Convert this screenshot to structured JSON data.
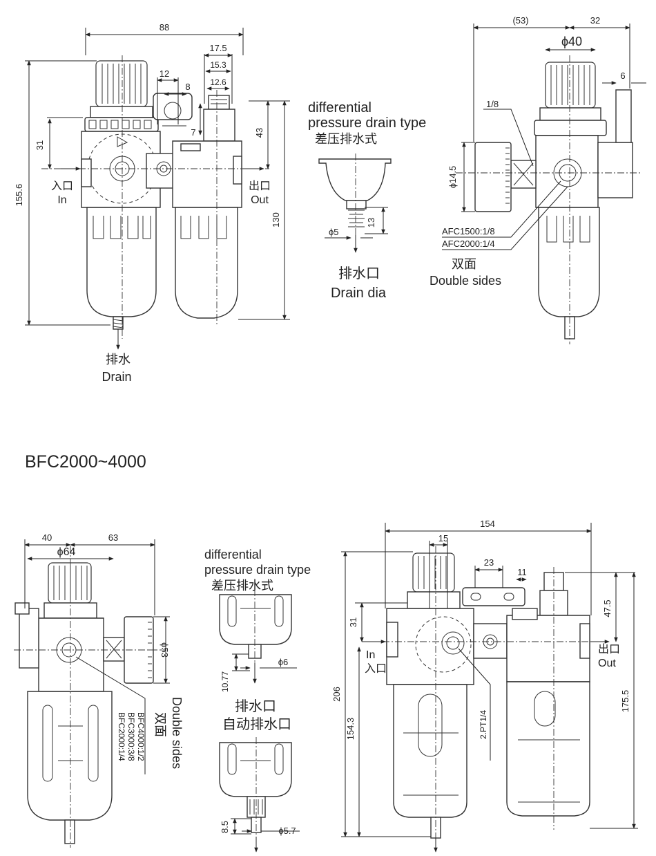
{
  "section_title": "BFC2000~4000",
  "top_left": {
    "dims": {
      "width_total": "88",
      "d17_5": "17.5",
      "d15_3": "15.3",
      "d12_6": "12.6",
      "d12": "12",
      "d8": "8",
      "d7": "7",
      "d31": "31",
      "d43": "43",
      "d155_6": "155.6",
      "d130": "130"
    },
    "in_cn": "入口",
    "in_en": "In",
    "out_cn": "出口",
    "out_en": "Out",
    "drain_cn": "排水",
    "drain_en": "Drain"
  },
  "top_middle": {
    "title_line1": "differential",
    "title_line2": "pressure drain type",
    "title_cn": "差压排水式",
    "d13": "13",
    "phi5": "ϕ5",
    "drain_cn": "排水口",
    "drain_en": "Drain dia"
  },
  "top_right": {
    "d53": "(53)",
    "d32": "32",
    "phi40": "ϕ40",
    "d6": "6",
    "d1_8": "1/8",
    "phi14_5": "ϕ14.5",
    "afc1500": "AFC1500:1/8",
    "afc2000": "AFC2000:1/4",
    "double_cn": "双面",
    "double_en": "Double sides"
  },
  "bottom_left": {
    "d40": "40",
    "d63": "63",
    "phi64": "ϕ64",
    "phi53": "ϕ53",
    "bfc2000": "BFC2000:1/4",
    "bfc3000": "BFC3000:3/8",
    "bfc4000": "BFC4000:1/2",
    "double_cn": "双面",
    "double_en": "Double sides"
  },
  "bottom_middle": {
    "title_line1": "differential",
    "title_line2": "pressure drain type",
    "title_cn": "差压排水式",
    "phi6": "ϕ6",
    "d10_77": "10.77",
    "drain_cn": "排水口",
    "auto_cn": "自动排水口",
    "d8_5": "8.5",
    "phi5_7": "ϕ5.7"
  },
  "bottom_right": {
    "d154": "154",
    "d15": "15",
    "d23": "23",
    "d11": "11",
    "d31": "31",
    "d47_5": "47.5",
    "d206": "206",
    "d154_3": "154.3",
    "d175_5": "175.5",
    "pt": "2.PT1/4",
    "in_en": "In",
    "in_cn": "入口",
    "out_cn": "出口",
    "out_en": "Out"
  }
}
